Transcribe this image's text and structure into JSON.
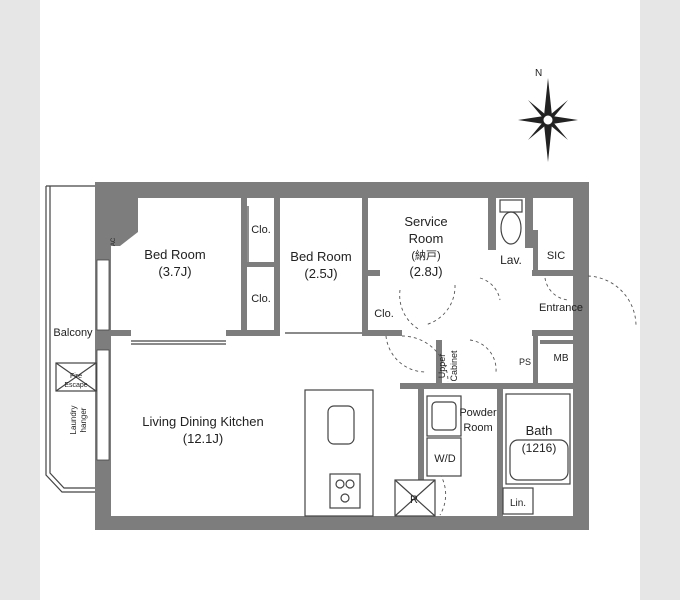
{
  "colors": {
    "wall": "#7d7d7d",
    "background": "#e6e6e6",
    "paper": "#ffffff"
  },
  "compass": {
    "north": "N",
    "icon": "compass-rose-icon"
  },
  "rooms": {
    "bed_room_1": {
      "name": "Bed Room",
      "size": "(3.7J)"
    },
    "bed_room_2": {
      "name": "Bed Room",
      "size": "(2.5J)"
    },
    "service_room": {
      "name1": "Service",
      "name2": "Room",
      "jp": "(納戸)",
      "size": "(2.8J)"
    },
    "ldk": {
      "name": "Living Dining Kitchen",
      "size": "(12.1J)"
    },
    "powder_room": {
      "name1": "Powder",
      "name2": "Room"
    },
    "bath": {
      "name": "Bath",
      "size": "(1216)"
    }
  },
  "labels": {
    "clo_1": "Clo.",
    "clo_2": "Clo.",
    "clo_3": "Clo.",
    "lav": "Lav.",
    "sic": "SIC",
    "entrance": "Entrance",
    "ps": "PS",
    "mb": "MB",
    "upper_cabinet_1": "Upper",
    "upper_cabinet_2": "Cabinet",
    "wd": "W/D",
    "r": "R",
    "lin": "Lin.",
    "balcony": "Balcony",
    "fire_escape_1": "Fire",
    "fire_escape_2": "Escape",
    "laundry_hanger_1": "Laundry",
    "laundry_hanger_2": "hanger",
    "ac": "AC"
  }
}
